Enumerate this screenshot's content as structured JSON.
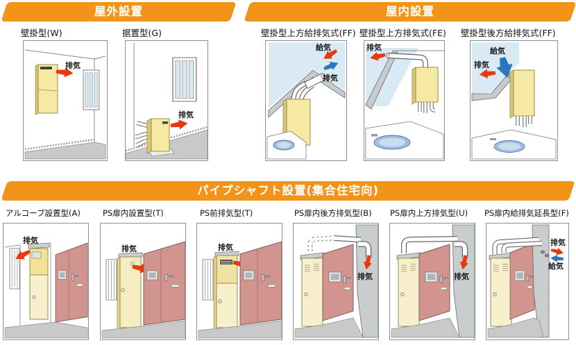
{
  "colors": {
    "header_orange": "#F2941A",
    "arrow_red": "#E8380D",
    "arrow_blue": "#2878BE",
    "heater_yellow": "#F5E9A3",
    "door_cream": "#F8F0CC",
    "door_pink": "#D1948E",
    "sky_blue": "#D9EAF5",
    "floor_gray": "#C9C9C9"
  },
  "sections": [
    {
      "title": "屋外設置",
      "panels": [
        {
          "label": "壁掛型(W)",
          "arrows": [
            {
              "text": "排気",
              "color": "red",
              "dir": "right"
            }
          ]
        },
        {
          "label": "据置型(G)",
          "arrows": [
            {
              "text": "排気",
              "color": "red",
              "dir": "right"
            }
          ]
        }
      ]
    },
    {
      "title": "屋内設置",
      "panels": [
        {
          "label": "壁掛型上方給排気式(FF)",
          "arrows": [
            {
              "text": "給気",
              "color": "red",
              "dir": "down-left"
            },
            {
              "text": "排気",
              "color": "blue",
              "dir": "up-right"
            }
          ]
        },
        {
          "label": "壁掛型上方排気式(FE)",
          "arrows": [
            {
              "text": "排気",
              "color": "red",
              "dir": "left"
            }
          ]
        },
        {
          "label": "壁掛型後方給排気式(FF)",
          "arrows": [
            {
              "text": "給気",
              "color": "blue",
              "dir": "down"
            },
            {
              "text": "排気",
              "color": "red",
              "dir": "left"
            }
          ]
        }
      ]
    },
    {
      "title": "パイプシャフト設置(集合住宅向)",
      "panels": [
        {
          "label": "アルコーブ設置型(A)",
          "arrows": [
            {
              "text": "排気",
              "color": "red",
              "dir": "left"
            }
          ]
        },
        {
          "label": "PS扉内設置型(T)",
          "arrows": [
            {
              "text": "排気",
              "color": "red",
              "dir": "right"
            }
          ]
        },
        {
          "label": "PS前排気型(T)",
          "arrows": [
            {
              "text": "排気",
              "color": "red",
              "dir": "right"
            }
          ]
        },
        {
          "label": "PS扉内後方排気型(B)",
          "arrows": [
            {
              "text": "排気",
              "color": "red",
              "dir": "down"
            }
          ]
        },
        {
          "label": "PS扉内上方排気型(U)",
          "arrows": [
            {
              "text": "排気",
              "color": "red",
              "dir": "down"
            }
          ]
        },
        {
          "label": "PS扉内給排気延長型(F)",
          "arrows": [
            {
              "text": "排気",
              "color": "red",
              "dir": "right"
            },
            {
              "text": "給気",
              "color": "blue",
              "dir": "left"
            }
          ]
        }
      ]
    }
  ]
}
